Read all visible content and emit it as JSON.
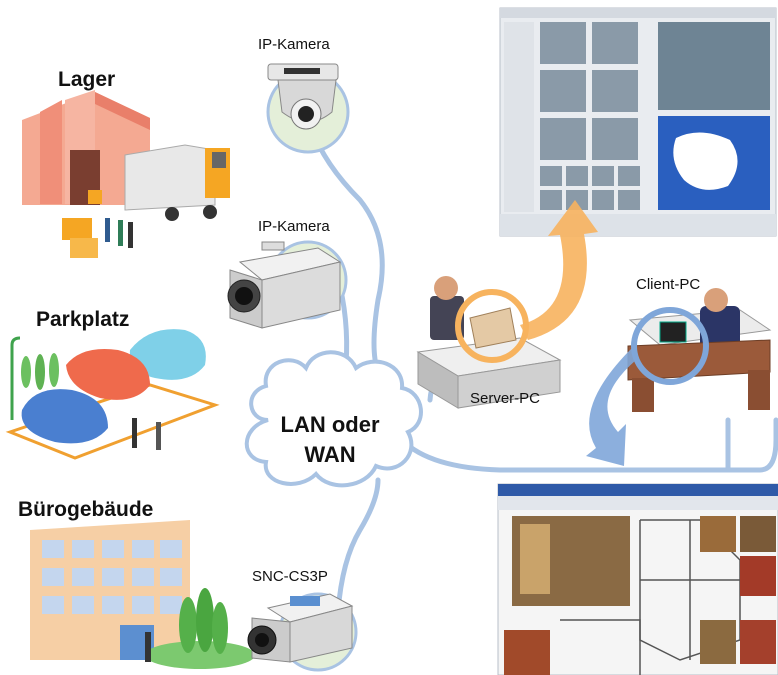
{
  "labels": {
    "lager": "Lager",
    "parkplatz": "Parkplatz",
    "buerogebaeude": "Bürogebäude",
    "ip_kamera_1": "IP-Kamera",
    "ip_kamera_2": "IP-Kamera",
    "snc_camera": "SNC-CS3P",
    "server_pc": "Server-PC",
    "client_pc": "Client-PC",
    "network_line1": "LAN oder",
    "network_line2": "WAN"
  },
  "colors": {
    "network_line": "#a9c3e3",
    "camera_circle": "#e4efd9",
    "orange_arrow": "#f7b35e",
    "blue_arrow": "#7fa6d9"
  }
}
